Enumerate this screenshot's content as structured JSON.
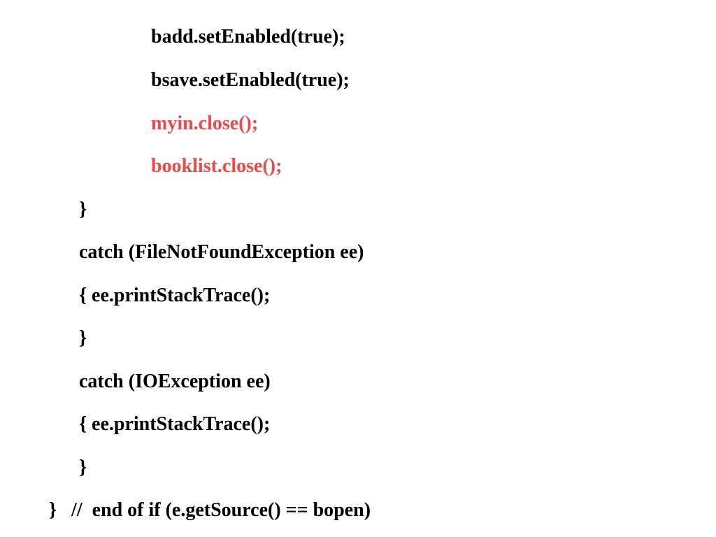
{
  "slide": {
    "lines": [
      {
        "text": "badd.setEnabled(true);",
        "indent": 2,
        "highlight": false
      },
      {
        "text": "bsave.setEnabled(true);",
        "indent": 2,
        "highlight": false
      },
      {
        "text": "myin.close();",
        "indent": 2,
        "highlight": true
      },
      {
        "text": "booklist.close();",
        "indent": 2,
        "highlight": true
      },
      {
        "text": "}",
        "indent": 1,
        "highlight": false
      },
      {
        "text": "catch (FileNotFoundException ee)",
        "indent": 1,
        "highlight": false
      },
      {
        "text": "{ ee.printStackTrace();",
        "indent": 1,
        "highlight": false
      },
      {
        "text": "}",
        "indent": 1,
        "highlight": false
      },
      {
        "text": "catch (IOException ee)",
        "indent": 1,
        "highlight": false
      },
      {
        "text": "{ ee.printStackTrace();",
        "indent": 1,
        "highlight": false
      },
      {
        "text": "}",
        "indent": 1,
        "highlight": false
      },
      {
        "text": "}   //  end of if (e.getSource() == bopen)",
        "indent": 0,
        "highlight": false
      }
    ],
    "colors": {
      "text": "#000000",
      "highlight": "#f04848",
      "background": "#ffffff"
    }
  }
}
